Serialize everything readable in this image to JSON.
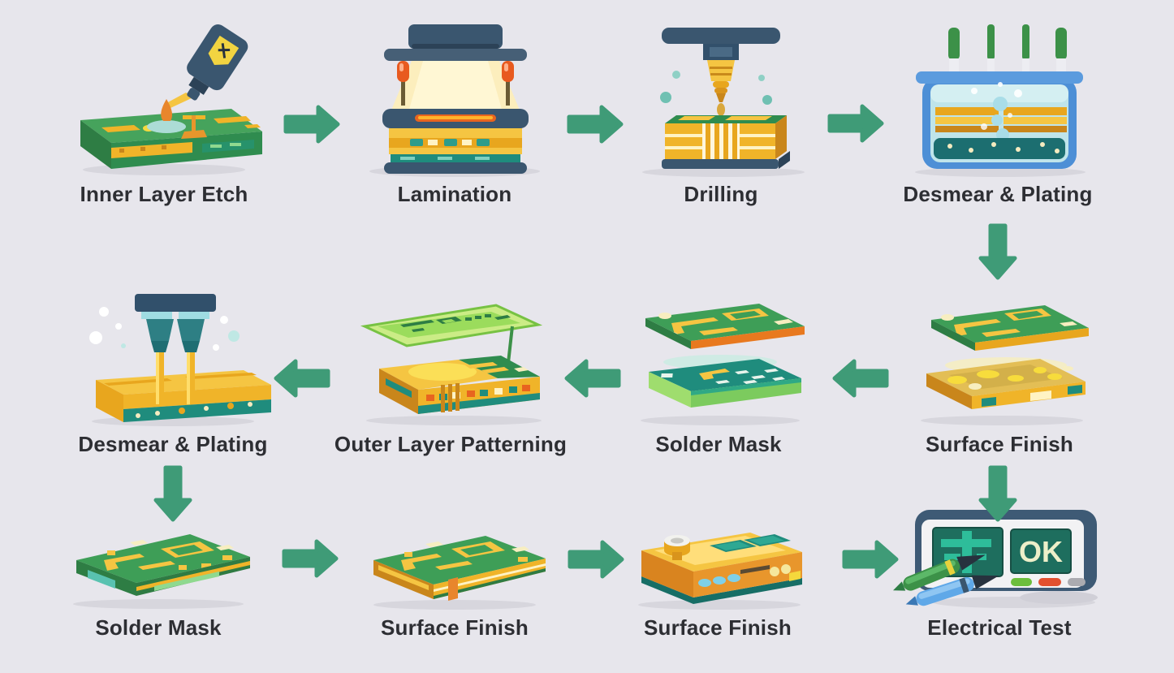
{
  "palette": {
    "background": "#E7E6EC",
    "arrow_green": "#3F9B77",
    "label_text": "#2D2E33",
    "pcb_green": "#3E9E57",
    "gold": "#F0B429",
    "navy": "#3A566F",
    "teal": "#1F8C7D",
    "tank_blue": "#4D8FD6",
    "status_ok_green": "#6CBE3C",
    "status_fail_red": "#E2502F"
  },
  "steps": [
    {
      "label": "Inner Layer Etch",
      "row": 1,
      "col": 1,
      "icon": "etchant-bottle-over-pcb-icon"
    },
    {
      "label": "Lamination",
      "row": 1,
      "col": 2,
      "icon": "lamination-press-icon"
    },
    {
      "label": "Drilling",
      "row": 1,
      "col": 3,
      "icon": "drill-over-stack-icon"
    },
    {
      "label": "Desmear & Plating",
      "row": 1,
      "col": 4,
      "icon": "plating-bath-tank-icon"
    },
    {
      "label": "Desmear & Plating",
      "row": 2,
      "col": 1,
      "icon": "plating-nozzles-board-icon"
    },
    {
      "label": "Outer Layer Patterning",
      "row": 2,
      "col": 2,
      "icon": "film-over-board-icon"
    },
    {
      "label": "Solder Mask",
      "row": 2,
      "col": 3,
      "icon": "exploded-boards-green-icon"
    },
    {
      "label": "Surface Finish",
      "row": 2,
      "col": 4,
      "icon": "exploded-boards-gold-icon"
    },
    {
      "label": "Solder Mask",
      "row": 3,
      "col": 1,
      "icon": "green-pcb-board-icon"
    },
    {
      "label": "Surface Finish",
      "row": 3,
      "col": 2,
      "icon": "gold-edge-pcb-board-icon"
    },
    {
      "label": "Surface Finish",
      "row": 3,
      "col": 3,
      "icon": "gold-device-box-icon"
    },
    {
      "label": "Electrical Test",
      "row": 3,
      "col": 4,
      "icon": "tester-with-probes-icon",
      "display": {
        "ok_text": "OK"
      }
    }
  ],
  "flow": {
    "row1_direction": "left-to-right",
    "row2_direction": "right-to-left",
    "row3_direction": "left-to-right",
    "connections": [
      {
        "from": "Inner Layer Etch",
        "to": "Lamination",
        "arrow": "right"
      },
      {
        "from": "Lamination",
        "to": "Drilling",
        "arrow": "right"
      },
      {
        "from": "Drilling",
        "to": "Desmear & Plating (row1)",
        "arrow": "right"
      },
      {
        "from": "Desmear & Plating (row1)",
        "to": "Surface Finish (row2)",
        "arrow": "down"
      },
      {
        "from": "Surface Finish (row2)",
        "to": "Solder Mask (row2)",
        "arrow": "left"
      },
      {
        "from": "Solder Mask (row2)",
        "to": "Outer Layer Patterning",
        "arrow": "left"
      },
      {
        "from": "Outer Layer Patterning",
        "to": "Desmear & Plating (row2)",
        "arrow": "left"
      },
      {
        "from": "Desmear & Plating (row2)",
        "to": "Solder Mask (row3)",
        "arrow": "down"
      },
      {
        "from": "Surface Finish (row2)",
        "to": "Electrical Test",
        "arrow": "down"
      },
      {
        "from": "Solder Mask (row3)",
        "to": "Surface Finish (row3)",
        "arrow": "right"
      },
      {
        "from": "Surface Finish (row3)",
        "to": "Surface Finish (row3, device)",
        "arrow": "right"
      },
      {
        "from": "Surface Finish (row3, device)",
        "to": "Electrical Test",
        "arrow": "right"
      }
    ]
  }
}
